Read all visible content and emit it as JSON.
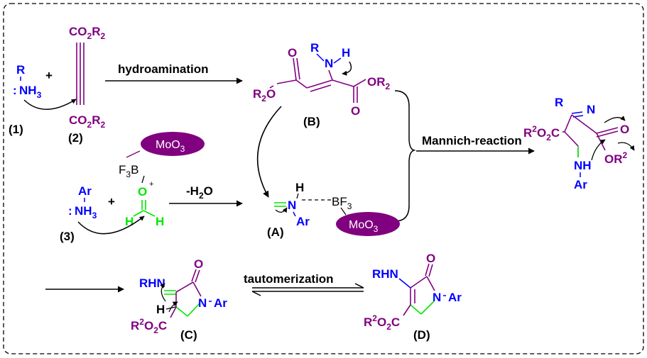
{
  "colors": {
    "purple": "#800080",
    "blue": "#0000ff",
    "green": "#00e600",
    "black": "#000000",
    "oval_fill": "#800080",
    "oval_text": "#ffffff"
  },
  "steps": {
    "hydroamination": "hydroamination",
    "mannich": "Mannich-reaction",
    "dehydration": "-H2O",
    "tautomerization": "tautomerization"
  },
  "compound_labels": {
    "c1": "(1)",
    "c2": "(2)",
    "c3": "(3)",
    "A": "(A)",
    "B": "(B)",
    "C": "(C)",
    "D": "(D)"
  },
  "catalyst": "MoO3",
  "plus": "+"
}
